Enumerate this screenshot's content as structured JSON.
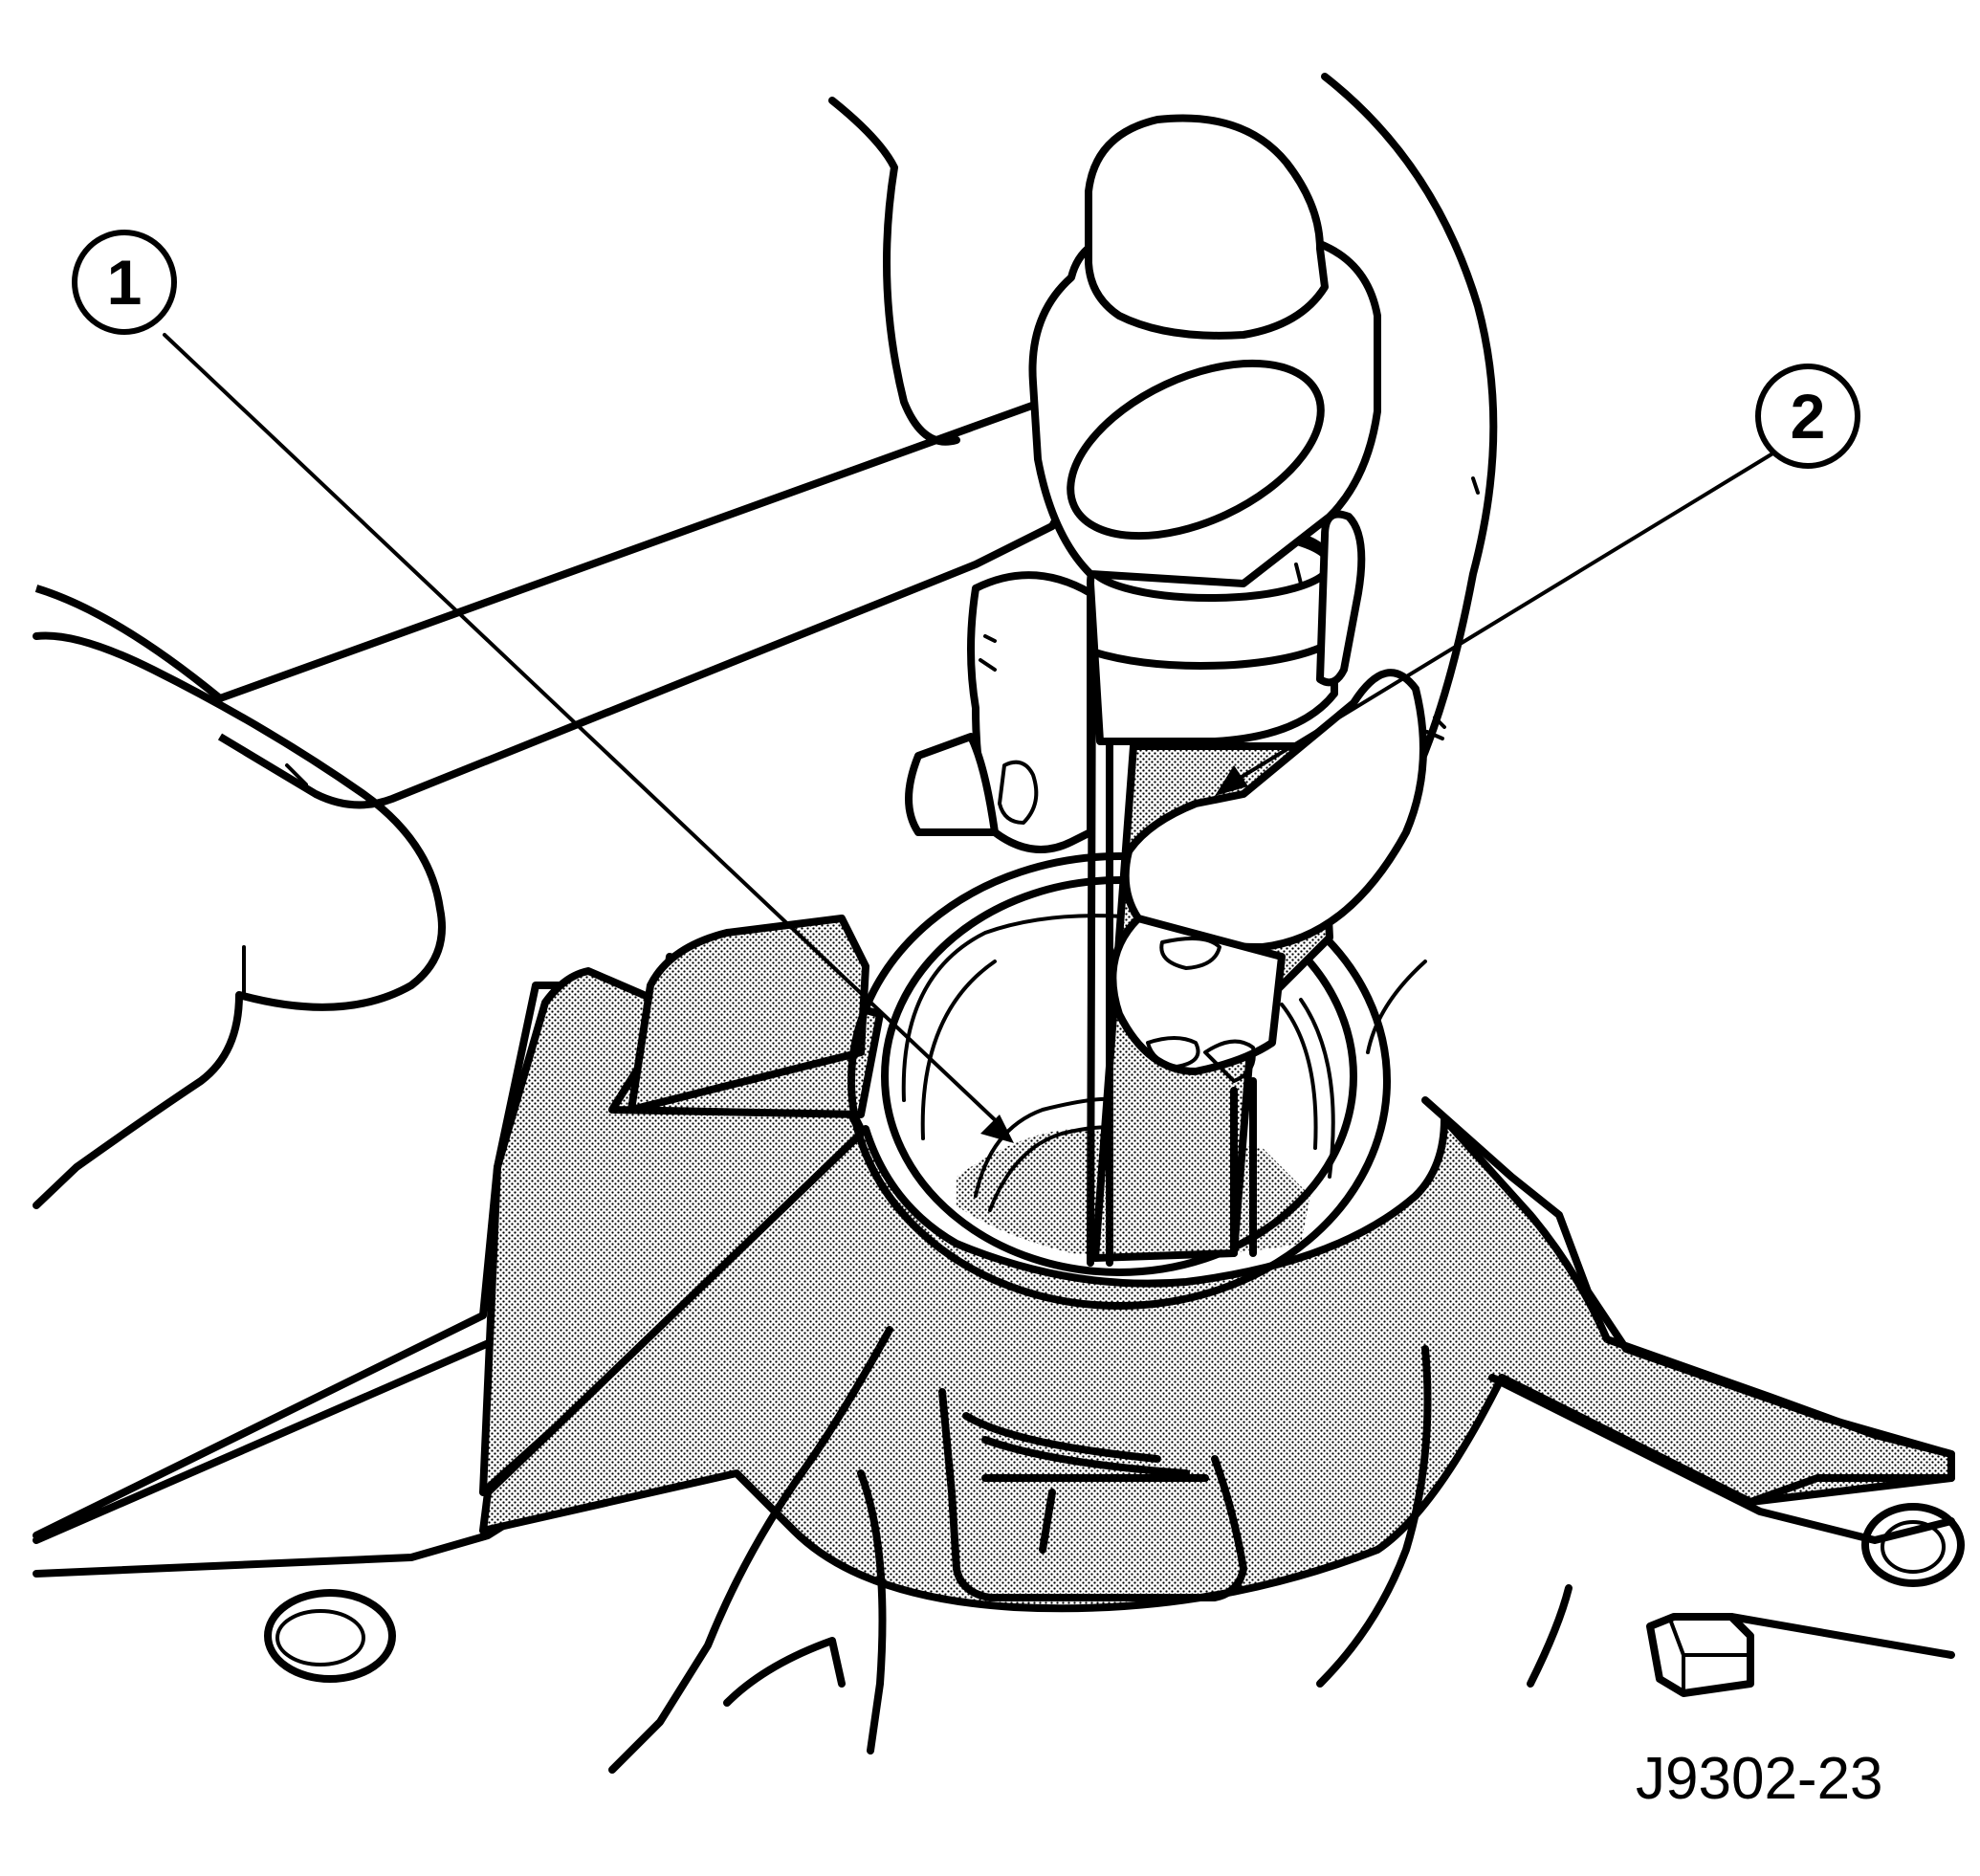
{
  "callouts": [
    {
      "label": "1"
    },
    {
      "label": "2"
    }
  ],
  "figure_id": "J9302-23"
}
